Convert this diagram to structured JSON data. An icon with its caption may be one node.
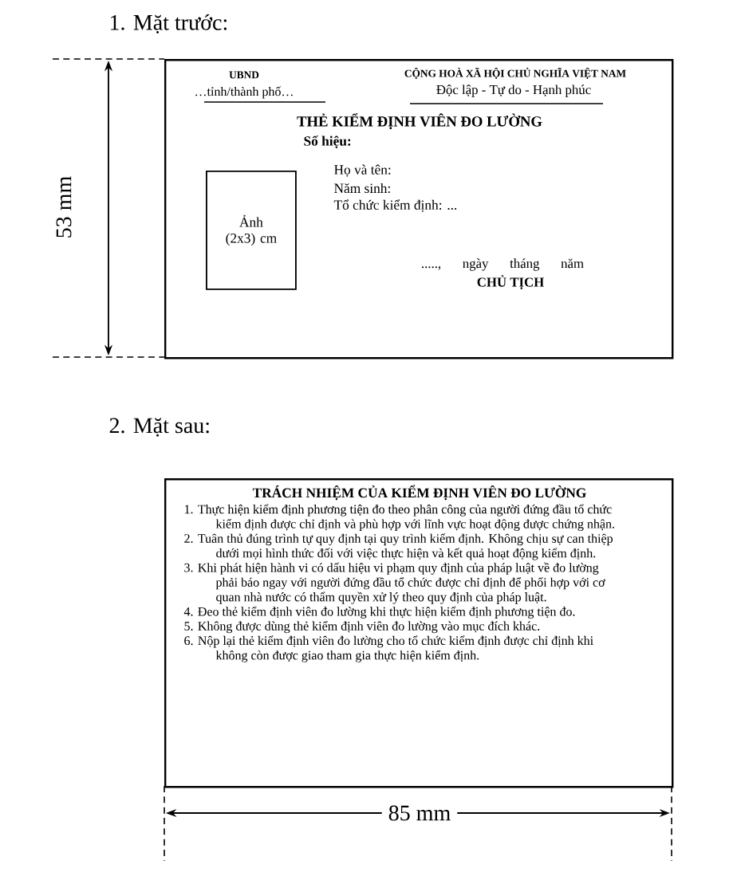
{
  "diagram": {
    "nodes": [
      {
        "text": [
          "UBND",
          "…tỉnh/thành phố…",
          "CỘNG HOÀ XÃ HỘI CHỦ NGHĨA VIỆT NAM",
          "Độc lập - Tự do - Hạnh phúc",
          "THẺ KIỂM ĐỊNH VIÊN ĐO LƯỜNG",
          "Số hiệu:",
          "Họ và tên:",
          "Năm sinh:",
          "Tổ chức kiểm định: ...",
          "....., ngày      tháng      năm",
          "CHỦ TỊCH"
        ]
      },
      {
        "text": [
          "Ảnh (2x3) cm"
        ],
        "in": 0
      },
      {
        "text": [
          "TRÁCH NHIỆM CỦA KIỂM ĐỊNH VIÊN ĐO LƯỜNG",
          "1. Thực hiện kiểm định phương tiện đo theo phân công của người đứng đầu tổ chức kiểm định được chỉ định và phù hợp với lĩnh vực hoạt động được chứng nhận.",
          "2. Tuân thủ đúng trình tự quy định tại quy trình kiểm định. Không chịu sự can thiệp dưới mọi hình thức đối với việc thực hiện và kết quả hoạt động kiểm định.",
          "3. Khi phát hiện hành vi có dấu hiệu vi phạm quy định của pháp luật về đo lường phải báo ngay với người đứng đầu tổ chức được chỉ định để phối hợp với cơ quan nhà nước có thẩm quyền xử lý theo quy định của pháp luật.",
          "4. Đeo thẻ kiểm định viên đo lường khi thực hiện kiểm định phương tiện đo.",
          "5. Không được dùng thẻ kiểm định viên đo lường vào mục đích khác.",
          "6. Nộp lại thẻ kiểm định viên đo lường cho tổ chức kiểm định được chỉ định khi không còn được giao tham gia thực hiện kiểm định."
        ]
      }
    ],
    "edges": [],
    "labels": [
      "1. Mặt trước:",
      "53 mm",
      "2. Mặt sau:",
      "85 mm"
    ]
  }
}
